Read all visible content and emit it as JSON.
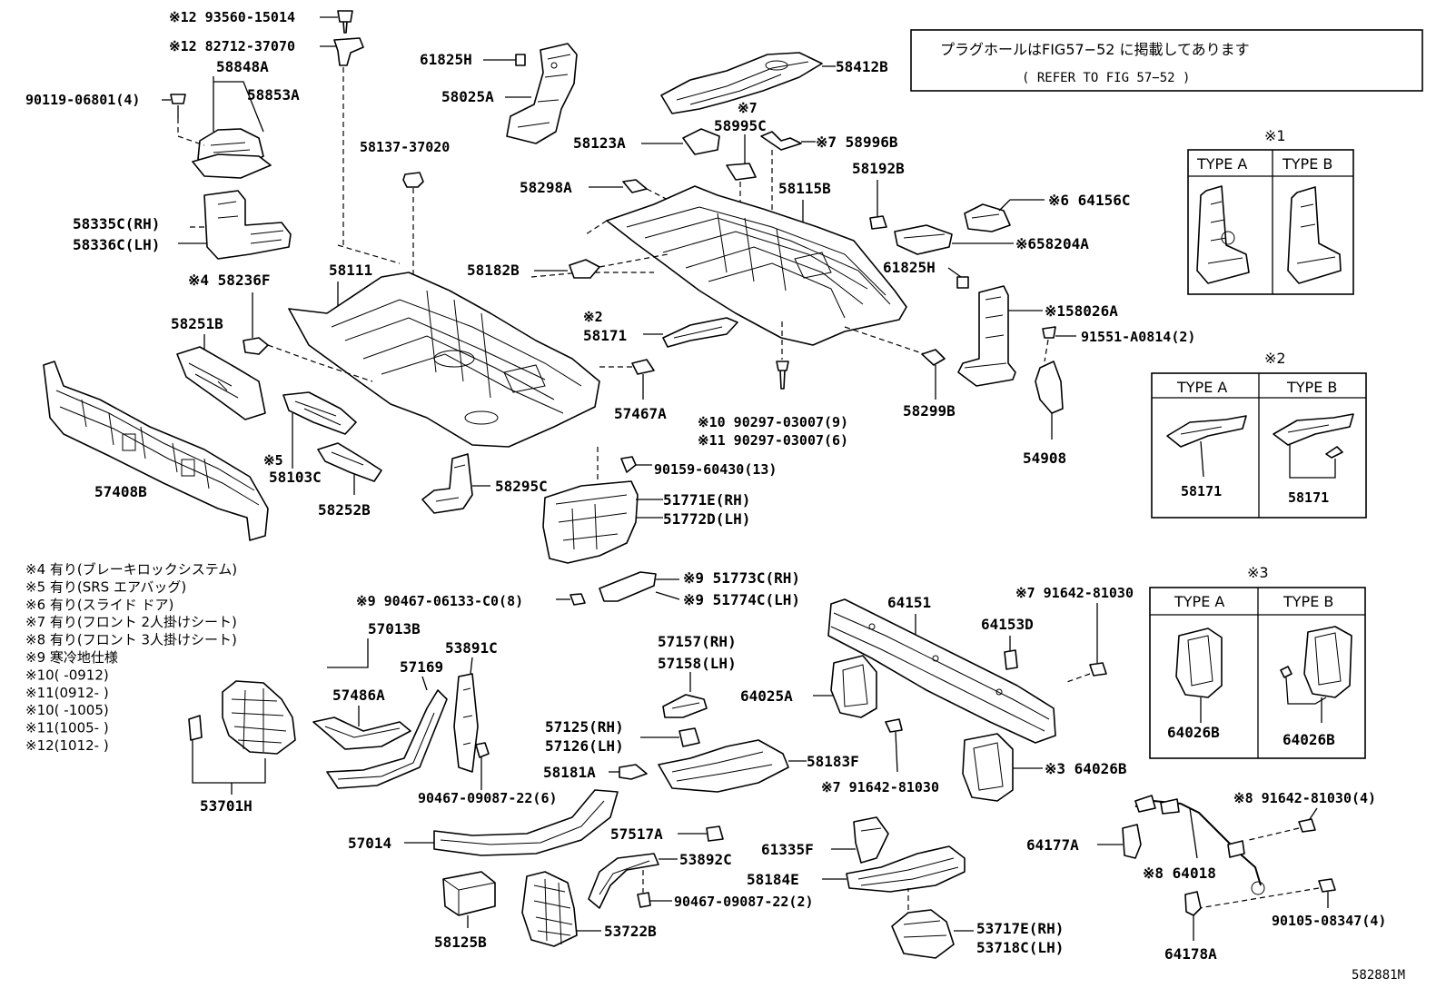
{
  "notice_box": {
    "line1": "プラグホールはFIG57−52 に掲載してあります",
    "line2": "( REFER TO FIG 57−52 )"
  },
  "labels": {
    "p93560": "※12 93560-15014",
    "p82712": "※12 82712-37070",
    "p58848A": "58848A",
    "p58853A": "58853A",
    "p90119": "90119-06801(4)",
    "p58137": "58137-37020",
    "p61825H_a": "61825H",
    "p58025A": "58025A",
    "p58412B": "58412B",
    "p58995C_mark": "※7",
    "p58995C": "58995C",
    "p58123A": "58123A",
    "p58996B": "※7 58996B",
    "p58192B": "58192B",
    "p58115B": "58115B",
    "p58298A": "58298A",
    "p64156C": "※6 64156C",
    "p58204A": "※658204A",
    "p61825H_b": "61825H",
    "p58335C": "58335C(RH)",
    "p58336C": "58336C(LH)",
    "p58236F": "※4 58236F",
    "p58111": "58111",
    "p58182B": "58182B",
    "p58026A": "※158026A",
    "p91551": "91551-A0814(2)",
    "p58251B": "58251B",
    "p58171_mark": "※2",
    "p58171": "58171",
    "p57467A": "57467A",
    "p90297_9": "※10 90297-03007(9)",
    "p90297_6": "※11 90297-03007(6)",
    "p58299B": "58299B",
    "p54908": "54908",
    "p58103C_mark": "※5",
    "p58103C": "58103C",
    "p57408B": "57408B",
    "p58295C": "58295C",
    "p90159": "90159-60430(13)",
    "p51771E": "51771E(RH)",
    "p51772D": "51772D(LH)",
    "p58252B": "58252B",
    "p51773C": "※9 51773C(RH)",
    "p51774C": "※9 51774C(LH)",
    "p90467_8": "※9 90467-06133-C0(8)",
    "p64151": "64151",
    "p91642_top": "※7 91642-81030",
    "p64153D": "64153D",
    "p57013B": "57013B",
    "p53891C": "53891C",
    "p57169": "57169",
    "p57486A": "57486A",
    "p57157": "57157(RH)",
    "p57158": "57158(LH)",
    "p64025A": "64025A",
    "p57125": "57125(RH)",
    "p57126": "57126(LH)",
    "p58183F": "58183F",
    "p58181A": "58181A",
    "p91642_mid": "※7 91642-81030",
    "p64026B": "※3 64026B",
    "p90467_6": "90467-09087-22(6)",
    "p53701H": "53701H",
    "p91642_4": "※8 91642-81030(4)",
    "p57014": "57014",
    "p57517A": "57517A",
    "p61335F": "61335F",
    "p64177A": "64177A",
    "p64018": "※8 64018",
    "p53892C": "53892C",
    "p58184E": "58184E",
    "p90467_2": "90467-09087-22(2)",
    "p90105": "90105-08347(4)",
    "p58125B": "58125B",
    "p53722B": "53722B",
    "p53717E": "53717E(RH)",
    "p53718C": "53718C(LH)",
    "p64178A": "64178A"
  },
  "notes": [
    "※4 有り(ブレーキロックシステム)",
    "※5 有り(SRS エアバッグ)",
    "※6 有り(スライド ドア)",
    "※7 有り(フロント 2人掛けシート)",
    "※8 有り(フロント 3人掛けシート)",
    "※9 寒冷地仕様",
    "※10(    -0912)",
    "※11(0912-    )",
    "※10(    -1005)",
    "※11(1005-    )",
    "※12(1012-    )"
  ],
  "type_box_1": {
    "mark": "※1",
    "type_a": "TYPE A",
    "type_b": "TYPE B"
  },
  "type_box_2": {
    "mark": "※2",
    "type_a": "TYPE A",
    "type_b": "TYPE B",
    "part_a": "58171",
    "part_b": "58171"
  },
  "type_box_3": {
    "mark": "※3",
    "type_a": "TYPE A",
    "type_b": "TYPE B",
    "part_a": "64026B",
    "part_b": "64026B"
  },
  "figure_ref": "582881M"
}
